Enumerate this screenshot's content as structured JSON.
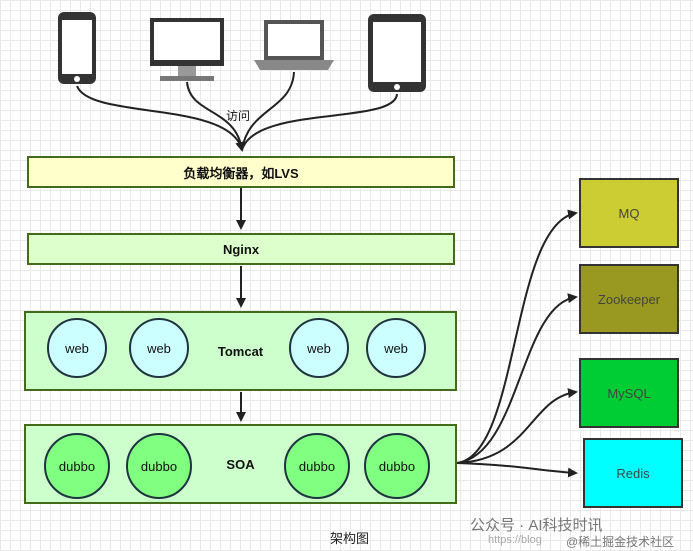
{
  "diagram": {
    "access_label": "访问",
    "lb_label": "负载均衡器，如LVS",
    "nginx_label": "Nginx",
    "tomcat_label": "Tomcat",
    "soa_label": "SOA",
    "web_nodes": [
      "web",
      "web",
      "web",
      "web"
    ],
    "dubbo_nodes": [
      "dubbo",
      "dubbo",
      "dubbo",
      "dubbo"
    ],
    "stores": [
      {
        "name": "MQ",
        "color": "#cccc33"
      },
      {
        "name": "Zookeeper",
        "color": "#999922"
      },
      {
        "name": "MySQL",
        "color": "#00cc33"
      },
      {
        "name": "Redis",
        "color": "#00ffff"
      }
    ],
    "caption": "架构图"
  },
  "watermark": {
    "line1": "公众号 · AI科技时讯",
    "line2": "@稀土掘金技术社区",
    "url": "https://blog"
  }
}
